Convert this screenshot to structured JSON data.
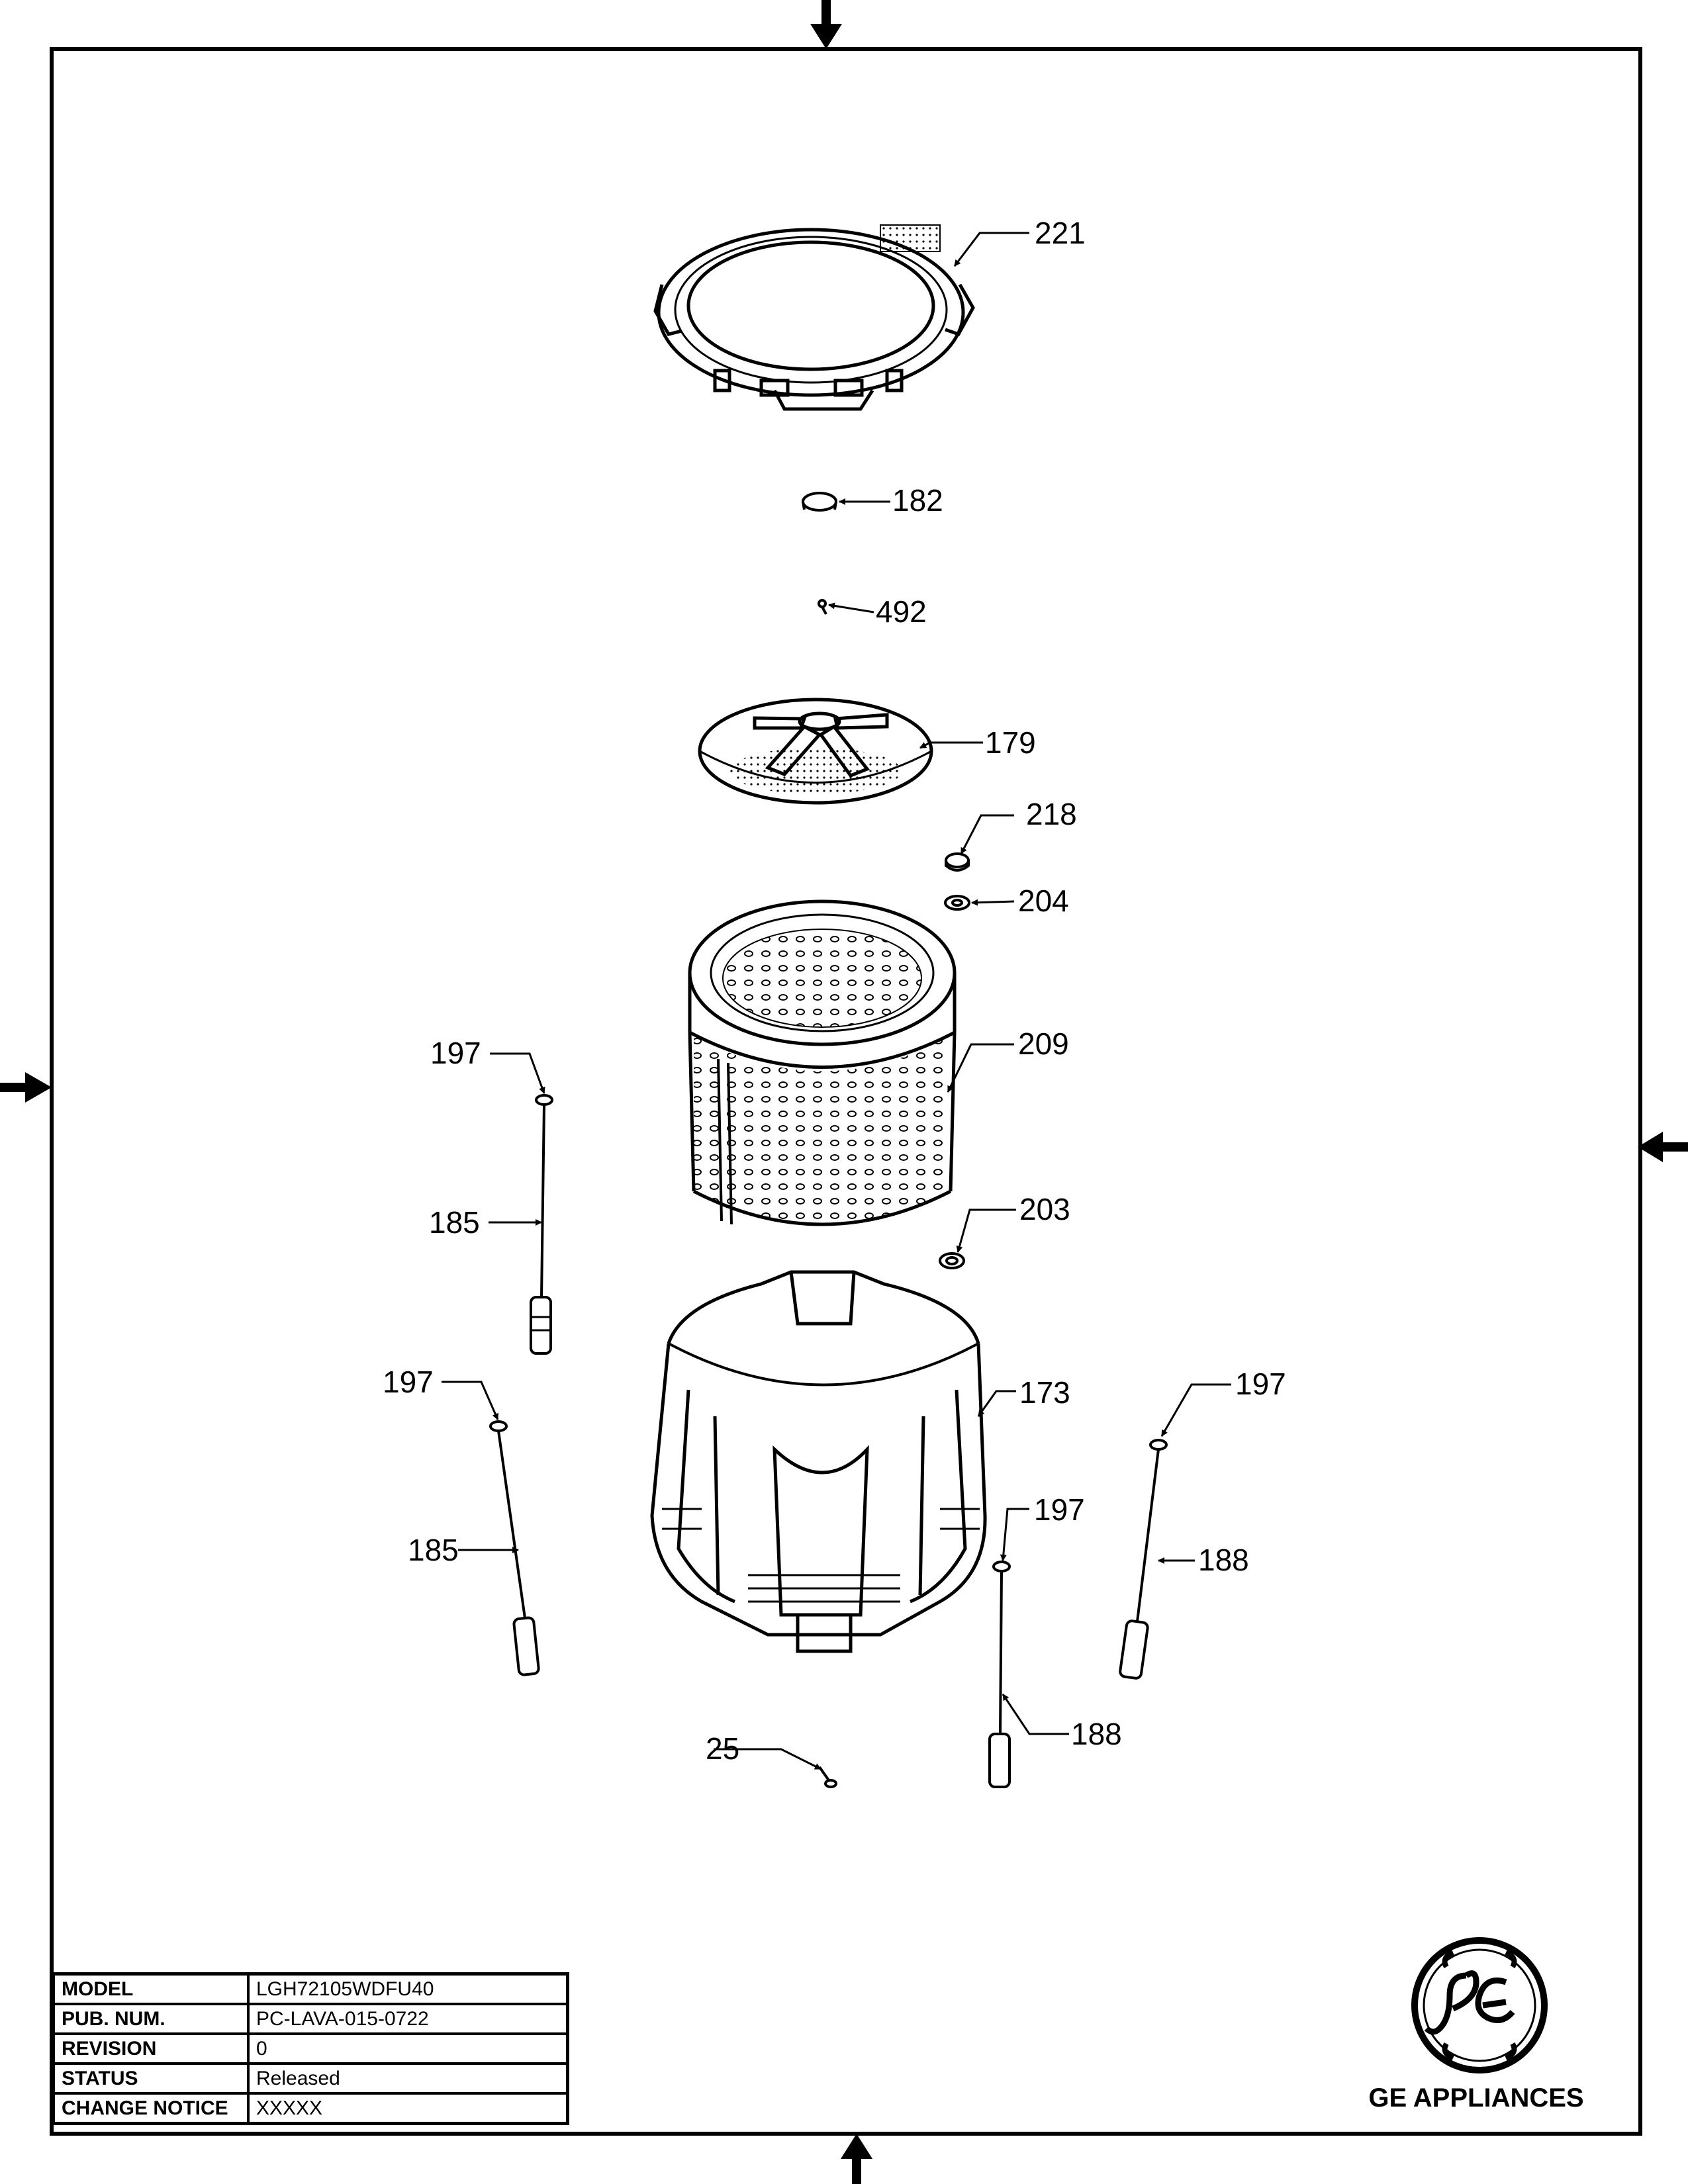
{
  "callouts": [
    "221",
    "182",
    "492",
    "179",
    "218",
    "204",
    "209",
    "197",
    "185",
    "203",
    "197",
    "173",
    "197",
    "185",
    "197",
    "188",
    "188",
    "25"
  ],
  "title_block": [
    {
      "label": "MODEL",
      "value": "LGH72105WDFU40"
    },
    {
      "label": "PUB. NUM.",
      "value": "PC-LAVA-015-0722"
    },
    {
      "label": "REVISION",
      "value": "0"
    },
    {
      "label": "STATUS",
      "value": "Released"
    },
    {
      "label": "CHANGE NOTICE",
      "value": "XXXXX"
    }
  ],
  "brand": {
    "name": "GE APPLIANCES",
    "logo": "ge-monogram-logo"
  }
}
